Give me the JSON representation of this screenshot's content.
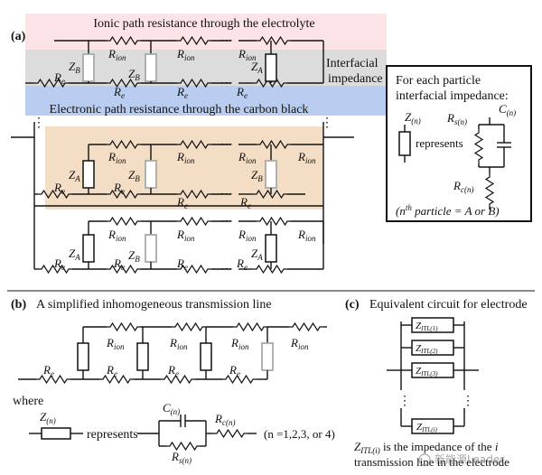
{
  "colors": {
    "ionic_band": "#fbe3e6",
    "interfacial_band": "#dcdcdc",
    "electronic_band": "#b9cdf0",
    "highlight_particle": "#f3ddc4",
    "line": "#111111",
    "grey_element": "#aaaaaa",
    "watermark": "#888888"
  },
  "panel_a": {
    "label": "(a)",
    "ionic_path_label": "Ionic path resistance through the electrolyte",
    "electronic_path_label": "Electronic path resistance through the carbon black",
    "interfacial_label_line1": "Interfacial",
    "interfacial_label_line2": "impedance",
    "r_ion": "R",
    "r_ion_sub": "ion",
    "r_e": "R",
    "r_e_sub": "e",
    "z_a": "Z",
    "z_a_sub": "A",
    "z_b": "Z",
    "z_b_sub": "B",
    "ellipsis": "⋯",
    "vdots": "⋮"
  },
  "legend_box": {
    "line1": "For each particle",
    "line2": "interfacial impedance:",
    "zn": "Z",
    "zn_sub": "(n)",
    "represents": "represents",
    "rsn": "R",
    "rsn_sub": "s(n)",
    "cn": "C",
    "cn_sub": "(n)",
    "rcn": "R",
    "rcn_sub": "c(n)",
    "note": "(n",
    "note_sup": "th",
    "note_rest": "particle = A or B)"
  },
  "panel_b": {
    "label": "(b)",
    "title": "A simplified inhomogeneous transmission line",
    "r_ion": "R",
    "r_ion_sub": "ion",
    "r_e": "R",
    "r_e_sub": "e",
    "where": "where",
    "zn": "Z",
    "zn_sub": "(n)",
    "represents": "represents",
    "cn": "C",
    "cn_sub": "(n)",
    "rcn": "R",
    "rcn_sub": "c(n)",
    "rsn": "R",
    "rsn_sub": "s(n)",
    "n_range": "(n =1,2,3, or 4)"
  },
  "panel_c": {
    "label": "(c)",
    "title": "Equivalent circuit for electrode",
    "z1": "Z",
    "z1_sub": "ITL(1)",
    "z2": "Z",
    "z2_sub": "ITL(2)",
    "z3": "Z",
    "z3_sub": "ITL(3)",
    "zi": "Z",
    "zi_sub": "ITL(i)",
    "vdots": "⋮",
    "caption_z": "Z",
    "caption_z_sub": "ITL(i)",
    "caption_line1_rest": " is the impedance of the ",
    "caption_i": "i",
    "caption_line2": "transmission line in the electrode"
  },
  "watermark": {
    "text": "新能源Leader"
  }
}
